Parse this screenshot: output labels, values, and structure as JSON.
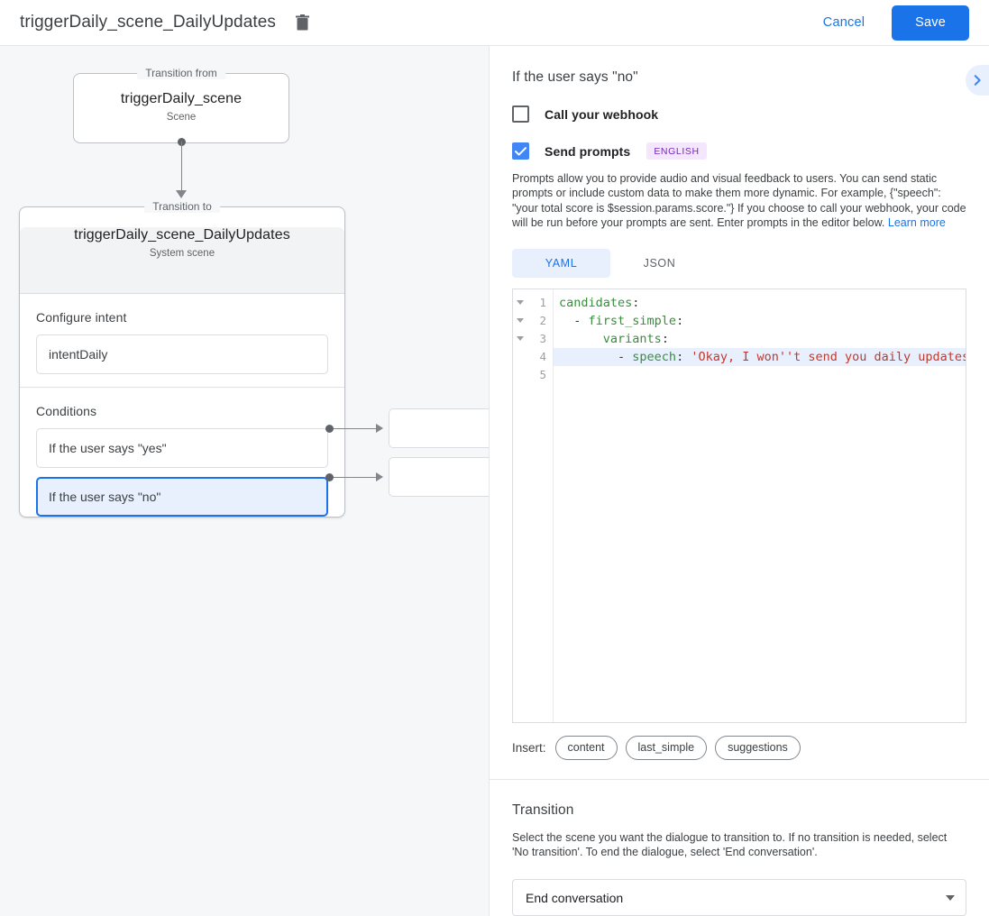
{
  "topbar": {
    "title": "triggerDaily_scene_DailyUpdates",
    "delete_icon": "trash-icon",
    "cancel_label": "Cancel",
    "save_label": "Save",
    "save_color": "#1a73e8"
  },
  "graph": {
    "from_legend": "Transition from",
    "from_node": {
      "title": "triggerDaily_scene",
      "subtitle": "Scene"
    },
    "to_legend": "Transition to",
    "to_node": {
      "title": "triggerDaily_scene_DailyUpdates",
      "subtitle": "System scene"
    },
    "intent_section": {
      "label": "Configure intent",
      "value": "intentDaily"
    },
    "conditions_section": {
      "label": "Conditions",
      "items": [
        {
          "label": "If the user says \"yes\"",
          "selected": false
        },
        {
          "label": "If the user says \"no\"",
          "selected": true
        }
      ]
    }
  },
  "panel": {
    "title": "If the user says \"no\"",
    "expand_icon": "chevron-right-icon",
    "webhook": {
      "label": "Call your webhook",
      "checked": false
    },
    "prompts": {
      "label": "Send prompts",
      "checked": true,
      "badge": "ENGLISH",
      "badge_color": "#7627bb"
    },
    "help_text": "Prompts allow you to provide audio and visual feedback to users. You can send static prompts or include custom data to make them more dynamic. For example, {\"speech\": \"your total score is $session.params.score.\"} If you choose to call your webhook, your code will be run before your prompts are sent. Enter prompts in the editor below. ",
    "help_link": "Learn more",
    "tabs": [
      {
        "label": "YAML",
        "active": true
      },
      {
        "label": "JSON",
        "active": false
      }
    ],
    "editor": {
      "lines": [
        {
          "num": "1",
          "fold": true,
          "highlight": false,
          "segments": [
            {
              "t": "candidates",
              "c": "k"
            },
            {
              "t": ":",
              "c": "p"
            }
          ]
        },
        {
          "num": "2",
          "fold": true,
          "highlight": false,
          "segments": [
            {
              "t": "  - ",
              "c": "p"
            },
            {
              "t": "first_simple",
              "c": "k"
            },
            {
              "t": ":",
              "c": "p"
            }
          ]
        },
        {
          "num": "3",
          "fold": true,
          "highlight": false,
          "segments": [
            {
              "t": "      ",
              "c": "p"
            },
            {
              "t": "variants",
              "c": "k"
            },
            {
              "t": ":",
              "c": "p"
            }
          ]
        },
        {
          "num": "4",
          "fold": false,
          "highlight": true,
          "segments": [
            {
              "t": "        - ",
              "c": "p"
            },
            {
              "t": "speech",
              "c": "k"
            },
            {
              "t": ": ",
              "c": "p"
            },
            {
              "t": "'Okay, I won''t send you daily updates",
              "c": "s"
            }
          ]
        },
        {
          "num": "5",
          "fold": false,
          "highlight": false,
          "segments": [
            {
              "t": "",
              "c": "p"
            }
          ]
        }
      ]
    },
    "insert": {
      "label": "Insert:",
      "chips": [
        "content",
        "last_simple",
        "suggestions"
      ]
    },
    "transition": {
      "title": "Transition",
      "description": "Select the scene you want the dialogue to transition to. If no transition is needed, select 'No transition'. To end the dialogue, select 'End conversation'.",
      "selected": "End conversation"
    }
  }
}
